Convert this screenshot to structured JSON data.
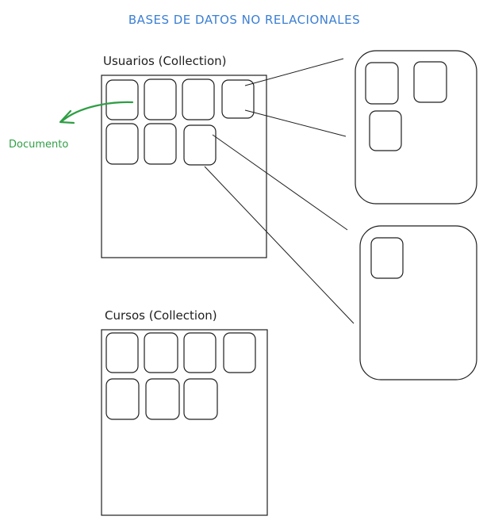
{
  "title": "BASES DE DATOS NO RELACIONALES",
  "collections": [
    {
      "name": "Usuarios (Collection)",
      "documents": 7
    },
    {
      "name": "Cursos (Collection)",
      "documents": 7
    }
  ],
  "annotation": {
    "label": "Documento"
  },
  "colors": {
    "title": "#3b7fd3",
    "stroke": "#1e1e1e",
    "annotation": "#2f9e44",
    "background": "#ffffff"
  }
}
